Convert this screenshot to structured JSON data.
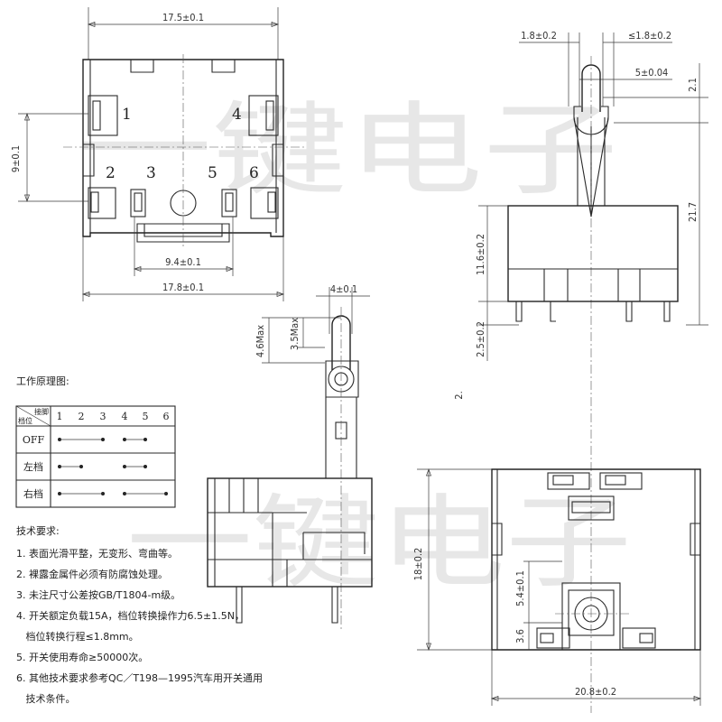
{
  "watermark": {
    "text": "一键电子"
  },
  "front_view": {
    "dim_top_width": "17.5±0.1",
    "dim_bottom_width": "17.8±0.1",
    "dim_pin_span": "9.4±0.1",
    "dim_height": "9±0.1",
    "pin_labels": [
      "1",
      "2",
      "3",
      "4",
      "5",
      "6"
    ]
  },
  "side_view": {
    "dim_left": "1.8±0.2",
    "dim_right": "≤1.8±0.2",
    "dim_lever": "5±0.04",
    "dim_tip": "2.1",
    "dim_total": "21.7",
    "dim_body": "11.6±0.2",
    "dim_pins": "2.5±0.2",
    "section_mark": "2."
  },
  "center_view": {
    "dim_lever_width": "4±0.1",
    "dim_max_a": "4.6Max",
    "dim_max_b": "3.5Max"
  },
  "bottom_view": {
    "dim_height": "18±0.2",
    "dim_width": "20.8±0.2",
    "dim_hole": "5.4±0.1",
    "dim_offset": "3.6"
  },
  "principle": {
    "title": "工作原理图:",
    "header_corner_top": "接脚",
    "header_corner_bottom": "档位",
    "columns": [
      "1",
      "2",
      "3",
      "4",
      "5",
      "6"
    ],
    "rows": [
      "OFF",
      "左档",
      "右档"
    ]
  },
  "requirements": {
    "title": "技术要求:",
    "items": [
      "1. 表面光滑平整，无变形、弯曲等。",
      "2. 裸露金属件必须有防腐蚀处理。",
      "3. 未注尺寸公差按GB/T1804-m级。",
      "4. 开关额定负载15A，档位转换操作力6.5±1.5N，",
      "   档位转换行程≤1.8mm。",
      "5. 开关使用寿命≥50000次。",
      "6. 其他技术要求参考QC／T198—1995汽车用开关通用",
      "   技术条件。"
    ]
  }
}
